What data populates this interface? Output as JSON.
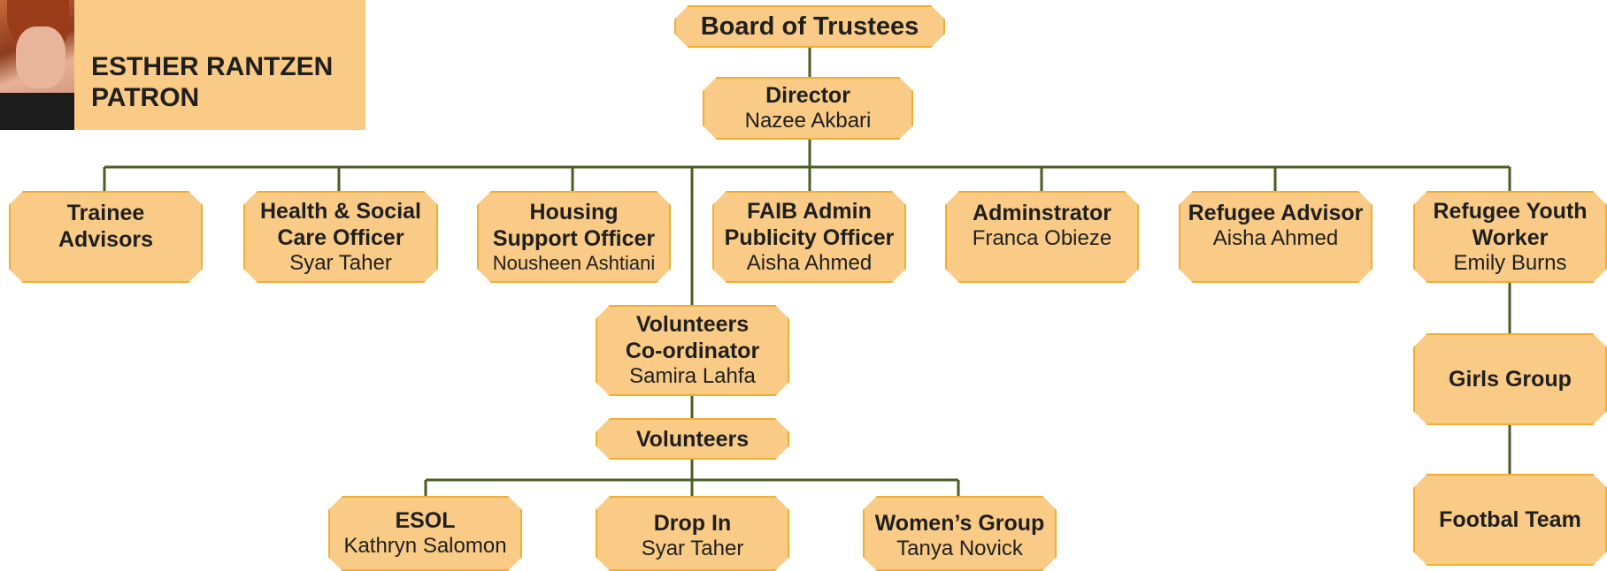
{
  "patron": {
    "name": "ESTHER RANTZEN",
    "role": "PATRON"
  },
  "nodes": {
    "board": {
      "title": "Board of Trustees"
    },
    "director": {
      "title": "Director",
      "name": "Nazee Akbari"
    },
    "trainee": {
      "title1": "Trainee",
      "title2": "Advisors"
    },
    "health": {
      "title1": "Health & Social",
      "title2": "Care Officer",
      "name": "Syar Taher"
    },
    "housing": {
      "title1": "Housing",
      "title2": "Support Officer",
      "name": "Nousheen Ashtiani"
    },
    "faib": {
      "title1": "FAIB Admin",
      "title2": "Publicity Officer",
      "name": "Aisha Ahmed"
    },
    "admin": {
      "title": "Adminstrator",
      "name": "Franca Obieze"
    },
    "refugee_advisor": {
      "title": "Refugee Advisor",
      "name": "Aisha Ahmed"
    },
    "youth": {
      "title1": "Refugee Youth",
      "title2": "Worker",
      "name": "Emily Burns"
    },
    "vol_coord": {
      "title1": "Volunteers",
      "title2": "Co-ordinator",
      "name": "Samira Lahfa"
    },
    "volunteers": {
      "title": "Volunteers"
    },
    "esol": {
      "title": "ESOL",
      "name": "Kathryn Salomon"
    },
    "dropin": {
      "title": "Drop In",
      "name": "Syar Taher"
    },
    "womens": {
      "title": "Women’s Group",
      "name": "Tanya Novick"
    },
    "girls": {
      "title": "Girls Group"
    },
    "football": {
      "title": "Footbal Team"
    }
  },
  "colors": {
    "box_fill": "#f9cb86",
    "box_border": "#efae2f",
    "connector": "#4a5e23"
  }
}
